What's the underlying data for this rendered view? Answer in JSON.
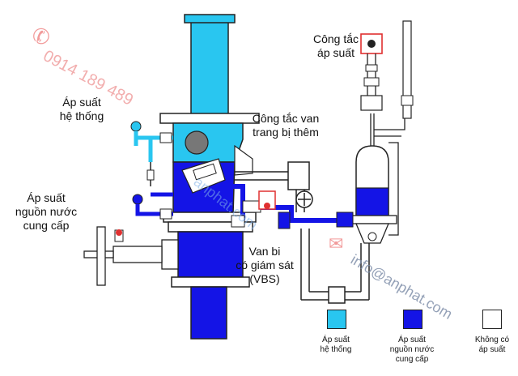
{
  "labels": {
    "system_pressure": [
      "Áp suất",
      "hệ thống"
    ],
    "supply_pressure": [
      "Áp suất",
      "nguồn nước",
      "cung cấp"
    ],
    "pressure_switch": [
      "Công tắc",
      "áp suất"
    ],
    "extra_valve_switch": [
      "Công tắc van",
      "trang bị thêm"
    ],
    "vbs": [
      "Van bi",
      "có giám sát",
      "(VBS)"
    ]
  },
  "legend": [
    {
      "lines": [
        "Áp suất",
        "hệ thống"
      ],
      "color": "#29c6f0"
    },
    {
      "lines": [
        "Áp suất",
        "nguồn nước",
        "cung cấp"
      ],
      "color": "#1414e6"
    },
    {
      "lines": [
        "Không có",
        "áp suất"
      ],
      "color": "#ffffff"
    }
  ],
  "watermarks": {
    "phone": "0914 189 489",
    "email": "info@anphat.com",
    "brand": "anphat.com"
  },
  "colors": {
    "system": "#29c6f0",
    "supply": "#1414e6",
    "none": "#ffffff",
    "outline": "#222222",
    "alert": "#e03030"
  }
}
